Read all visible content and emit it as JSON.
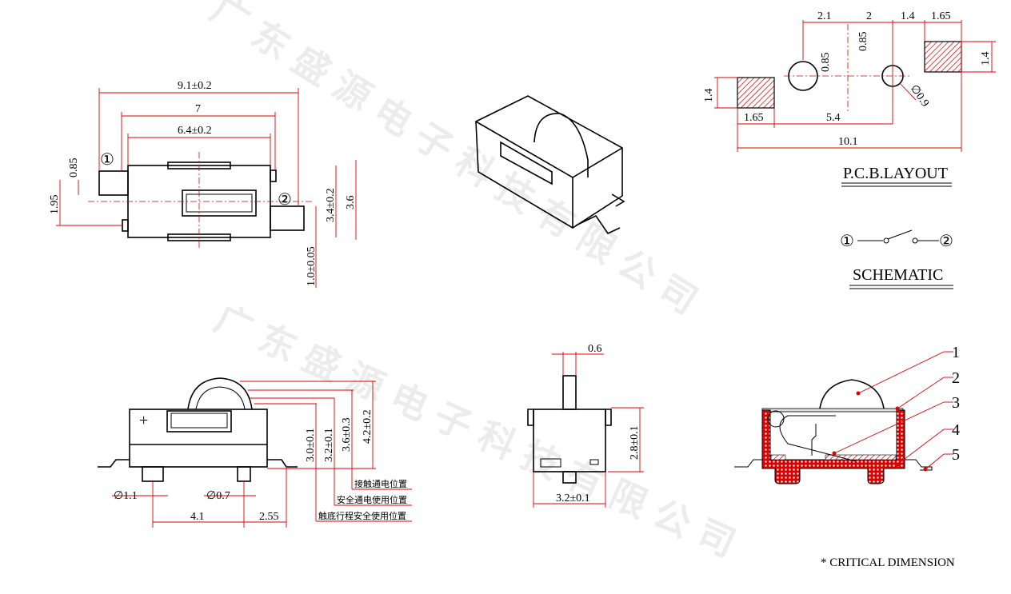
{
  "watermark": "广东盛源电子科技有限公司",
  "top_view": {
    "pin1": "①",
    "pin2": "②",
    "dims": {
      "overall_length": "9.1±0.2",
      "pin_span": "7",
      "body_length": "6.4±0.2",
      "pin_width": "0.85",
      "pin_offset": "1.95",
      "body_width": "3.4±0.2",
      "overall_width": "3.6",
      "pin_length": "1.0±0.05"
    }
  },
  "pcb_layout": {
    "title": "P.C.B.LAYOUT",
    "dims": {
      "d1": "2.1",
      "d2": "2",
      "d3": "1.4",
      "d4": "1.65",
      "hole_offset_left": "0.85",
      "hole_offset_right": "0.85",
      "pad_h_right": "1.4",
      "pad_h_left": "1.4",
      "pad_w_left": "1.65",
      "pad_center": "5.4",
      "total": "10.1",
      "hole_dia": "∅0.9"
    }
  },
  "schematic": {
    "title": "SCHEMATIC",
    "pin1": "①",
    "pin2": "②"
  },
  "front_view": {
    "plus": "+",
    "dims": {
      "post_big": "∅1.1",
      "post_small": "∅0.7",
      "post_span": "4.1",
      "post_edge": "2.55",
      "h1": "3.0±0.1",
      "h2": "3.2±0.1",
      "h3": "3.6±0.3",
      "h4": "4.2±0.2"
    },
    "notes": [
      "接触通电位置",
      "安全通电使用位置",
      "触底行程安全使用位置"
    ]
  },
  "side_view": {
    "dims": {
      "actuator_width": "0.6",
      "height": "2.8±0.1",
      "width": "3.2±0.1"
    }
  },
  "section_view": {
    "callouts": [
      "1",
      "2",
      "3",
      "4",
      "5"
    ]
  },
  "footer": {
    "critical": "* CRITICAL  DIMENSION"
  }
}
